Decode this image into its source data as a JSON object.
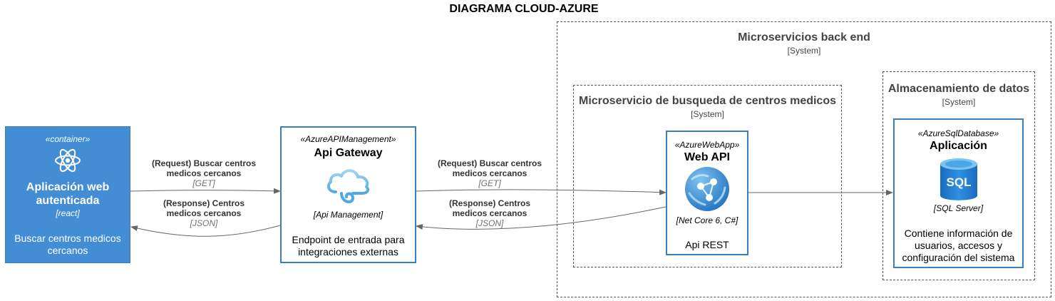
{
  "title": "DIAGRAMA CLOUD-AZURE",
  "boundaries": {
    "backend": {
      "name": "Microservicios back end",
      "kind": "[System]"
    },
    "search": {
      "name": "Microservicio de busqueda de centros medicos",
      "kind": "[System]"
    },
    "storage": {
      "name": "Almacenamiento de datos",
      "kind": "[System]"
    }
  },
  "nodes": {
    "client": {
      "stereotype": "«container»",
      "name_line1": "Aplicación web",
      "name_line2": "autenticada",
      "tech": "[react]",
      "desc_line1": "Buscar centros medicos",
      "desc_line2": "cercanos",
      "icon": "react-icon"
    },
    "gateway": {
      "stereotype": "«AzureAPIManagement»",
      "name": "Api Gateway",
      "tech": "[Api Management]",
      "desc_line1": "Endpoint de entrada para",
      "desc_line2": "integraciones externas",
      "icon": "cloud-api-icon"
    },
    "webapi": {
      "stereotype": "«AzureWebApp»",
      "name": "Web API",
      "tech": "[Net Core 6, C#]",
      "desc": "Api REST",
      "icon": "globe-network-icon"
    },
    "db": {
      "stereotype": "«AzureSqlDatabase»",
      "name": "Aplicación",
      "icon_text": "SQL",
      "tech": "[SQL Server]",
      "desc_line1": "Contiene información de",
      "desc_line2": "usuarios, accesos y",
      "desc_line3": "configuración del sistema",
      "icon": "sql-database-icon"
    }
  },
  "edges": {
    "req1": {
      "line1": "(Request) Buscar centros",
      "line2": "medicos cercanos",
      "tech": "[GET]"
    },
    "res1": {
      "line1": "(Response) Centros",
      "line2": "medicos cercanos",
      "tech": "[JSON]"
    },
    "req2": {
      "line1": "(Request) Buscar centros",
      "line2": "medicos cercanos",
      "tech": "[GET]"
    },
    "res2": {
      "line1": "(Response) Centros",
      "line2": "medicos cercanos",
      "tech": "[JSON]"
    }
  },
  "colors": {
    "container_fill": "#438dd5",
    "container_border": "#3c7fc0",
    "boundary_stroke": "#555555",
    "arrow": "#666666",
    "azure_blue": "#0078d4"
  }
}
